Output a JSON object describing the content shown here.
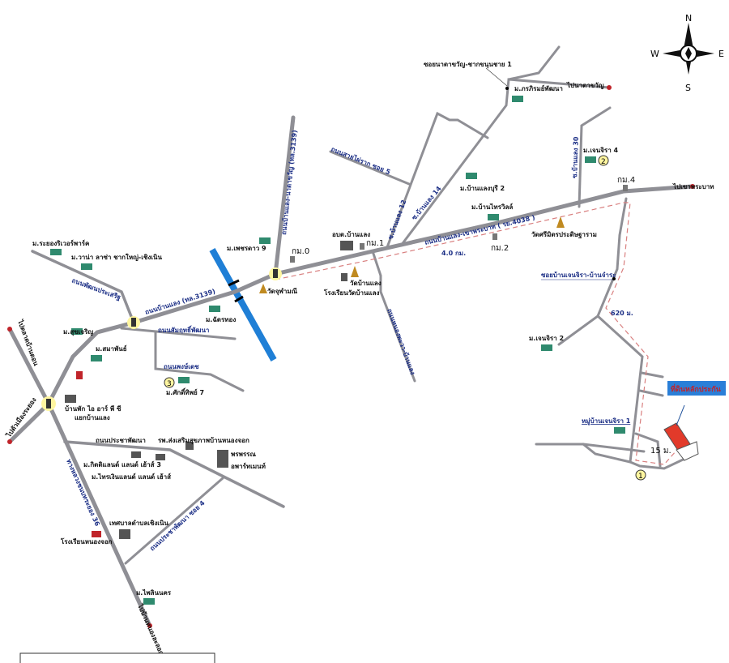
{
  "compass": {
    "n": "N",
    "e": "E",
    "s": "S",
    "w": "W"
  },
  "colors": {
    "road": "#8f8f95",
    "river": "#1f7fd6",
    "route": "#d98080",
    "plot": "#e23a2a",
    "label_road": "#1c2f86",
    "callout_bg": "#2a7fd8",
    "junction": "#fff6a0"
  },
  "labels": {
    "rayong_river_park": "ม.ระยองริเวอร์พาร์ค",
    "wana_laza": "ม.วาน่า ลาซ่า ชากใหญ่-เชิงเนิน",
    "rd_phatthana_prasoet": "ถนนพัฒนประเสริฐ",
    "rd_banlaeng_3139": "ถนนบ้านแลง (ทล.3139)",
    "rd_samrit_phatthana": "ถนนสัมฤทธิ์พัฒนา",
    "chattong": "ม.ฉัตรทอง",
    "sukcharoen": "ม.สุขเจริญ",
    "samaphan": "ม.สมาพันธ์",
    "rd_phongdet": "ถนนพงษ์เดช",
    "saksit7": "ม.ศักดิ์ทิพย์ 7",
    "to_talat_bandon": "ไปตลาดบ้านดอน",
    "to_rayong_city": "ไปตัวเมืองระยอง",
    "irpc_house": "บ้านพัก ไอ อาร์ พี ซี",
    "banlaeng_junction": "แยกบ้านแลง",
    "rd_pracha_phatthana": "ถนนประชาพัฒนา",
    "health_center": "รพ.ส่งเสริมสุขภาพบ้านหนองจอก",
    "pornpan_apartment_1": "พรพรรณ",
    "pornpan_apartment_2": "อพาร์ทเมนท์",
    "kittiland": "ม.กิตติแลนด์ แลนด์ เฮ้าส์ 3",
    "saingoen_land": "ม.ไทรเงินแลนด์ แลนด์ เฮ้าส์",
    "rd_rural_36": "ทางหลวงชนบทระยอง 36",
    "municipality": "เทศบาลตำบลเชิงเนิน",
    "school_nongchok": "โรงเรียนหนองจอก",
    "rd_pracha_soi4": "ถนนประชาพัฒนา ซอย 4",
    "phailin": "ม.ไพลินนคร",
    "to_south": "ไปบ้านหนองละลอก",
    "rd_banlaeng_natakwan": "ถนนบ้านแลง-นาตาขวัญ (ทล.3139)",
    "phetdao9": "ม.เพชรดาว 9",
    "km0": "กม.0",
    "wat_chulamani": "วัดจุฬามณี",
    "obt_banlaeng": "อบต.บ้านแลง",
    "km1": "กม.1",
    "wat_banlaeng": "วัดบ้านแลง",
    "school_wat_banlaeng": "โรงเรียนวัดบ้านแลง",
    "rd_nongphawa": "ถนนหนองพะวา-บ้านแลง",
    "rd_phrai_soi5": "ถนนสายไผ่ราก ซอย 5",
    "soi12": "ซ.บ้านแลง 12",
    "soi14": "ซ.บ้านแลง 14",
    "banlaengburi2": "ม.บ้านแลงบุรี 2",
    "bansai_villa": "ม.บ้านไทรวิลล์",
    "rd_banlaeng_khaophrabat": "ถนนบ้านแลง-เขาพระบาท ( รย.4038 )",
    "dist_4km": "4.0 กม.",
    "km2": "กม.2",
    "wat_srimit": "วัดศรีมิตรประดิษฐาราม",
    "soi_natakwan": "ซอยนาตาขวัญ-ชากขนุนชาย 1",
    "phonphirom": "ม.ภรภิรมย์พัฒนา",
    "to_natakwan": "ไปนาตาขวัญ",
    "soi30": "ซ.บ้านแลง 30",
    "jenjira4": "ม.เจนจิรา 4",
    "km4": "กม.4",
    "to_khaophrabat": "ไปเขาพระบาท",
    "soi_jenjira": "ซอยบ้านเจนจิรา-บ้านจำระ",
    "dist_620": "620 ม.",
    "jenjira2": "ม.เจนจิรา 2",
    "jenjira1": "หมู่บ้านเจนจิรา 1",
    "dist_15": "15 ม.",
    "collateral_land": "ที่ดินหลักประกัน"
  },
  "markers": {
    "m1": "1",
    "m2": "2",
    "m3": "3"
  }
}
